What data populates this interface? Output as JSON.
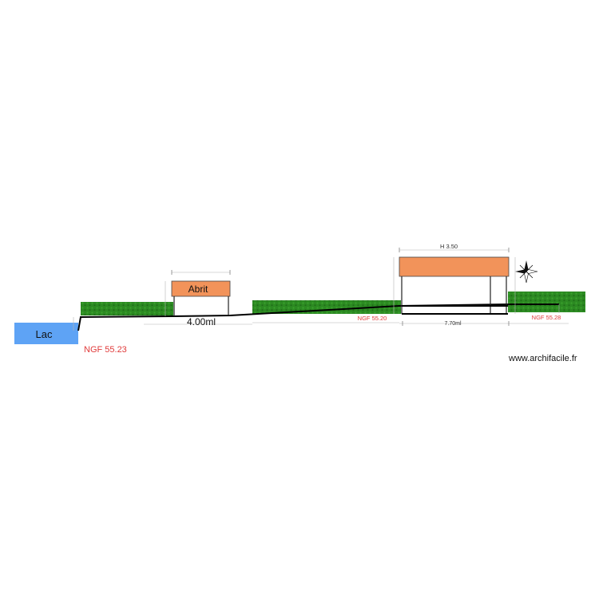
{
  "labels": {
    "lake": "Lac",
    "shelter": "Abrit",
    "ngf_lake": "NGF 55.23",
    "ngf_mid": "NGF 55.20",
    "ngf_right": "NGF 55.28",
    "width_shelter": "4.00ml",
    "width_building": "7.70ml",
    "height_building": "H 3.50",
    "watermark": "www.archifacile.fr"
  },
  "colors": {
    "lake": "#5ea3f5",
    "roof": "#f2935a",
    "hedge": "#2e8b22",
    "ngf_red": "#e03a3a",
    "ground": "#000000"
  },
  "icons": {
    "compass": "compass-rose-icon"
  }
}
